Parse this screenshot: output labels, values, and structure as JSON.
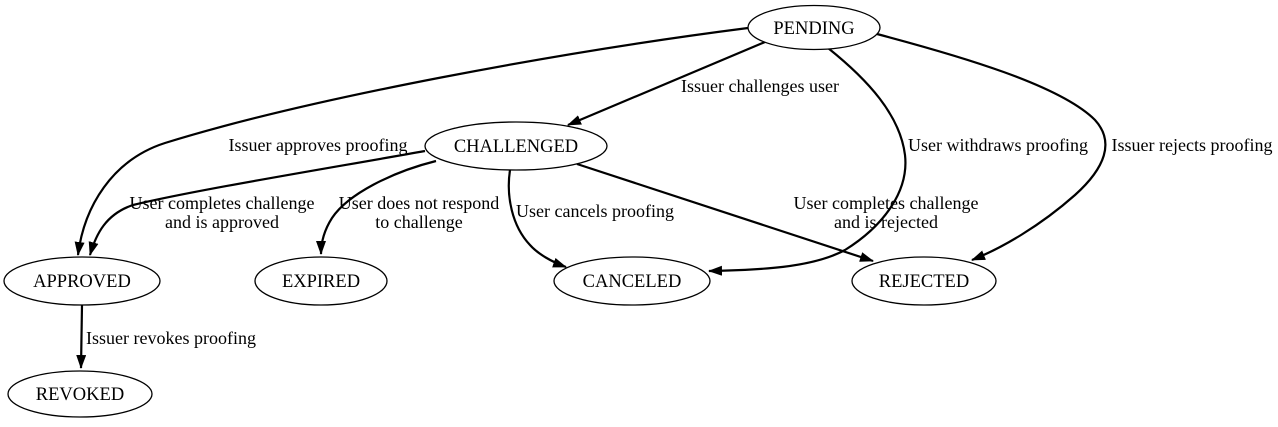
{
  "diagram": {
    "kind": "state-machine",
    "colors": {
      "background": "#ffffff",
      "node_fill": "#ffffff",
      "stroke": "#000000",
      "text": "#000000"
    },
    "nodes": [
      {
        "id": "pending",
        "label": "PENDING"
      },
      {
        "id": "challenged",
        "label": "CHALLENGED"
      },
      {
        "id": "approved",
        "label": "APPROVED"
      },
      {
        "id": "expired",
        "label": "EXPIRED"
      },
      {
        "id": "canceled",
        "label": "CANCELED"
      },
      {
        "id": "rejected",
        "label": "REJECTED"
      },
      {
        "id": "revoked",
        "label": "REVOKED"
      }
    ],
    "edges": [
      {
        "from": "pending",
        "to": "challenged",
        "label": "Issuer challenges user"
      },
      {
        "from": "pending",
        "to": "approved",
        "label": "Issuer approves proofing"
      },
      {
        "from": "pending",
        "to": "canceled",
        "label": "User withdraws proofing"
      },
      {
        "from": "pending",
        "to": "rejected",
        "label": "Issuer rejects proofing"
      },
      {
        "from": "challenged",
        "to": "approved",
        "label": "User completes challenge and is approved",
        "lines": [
          "User completes challenge",
          "and is approved"
        ]
      },
      {
        "from": "challenged",
        "to": "expired",
        "label": "User does not respond to challenge",
        "lines": [
          "User does not respond",
          "to challenge"
        ]
      },
      {
        "from": "challenged",
        "to": "canceled",
        "label": "User cancels proofing"
      },
      {
        "from": "challenged",
        "to": "rejected",
        "label": "User completes challenge and is rejected",
        "lines": [
          "User completes challenge",
          "and is rejected"
        ]
      },
      {
        "from": "approved",
        "to": "revoked",
        "label": "Issuer revokes proofing"
      }
    ]
  }
}
